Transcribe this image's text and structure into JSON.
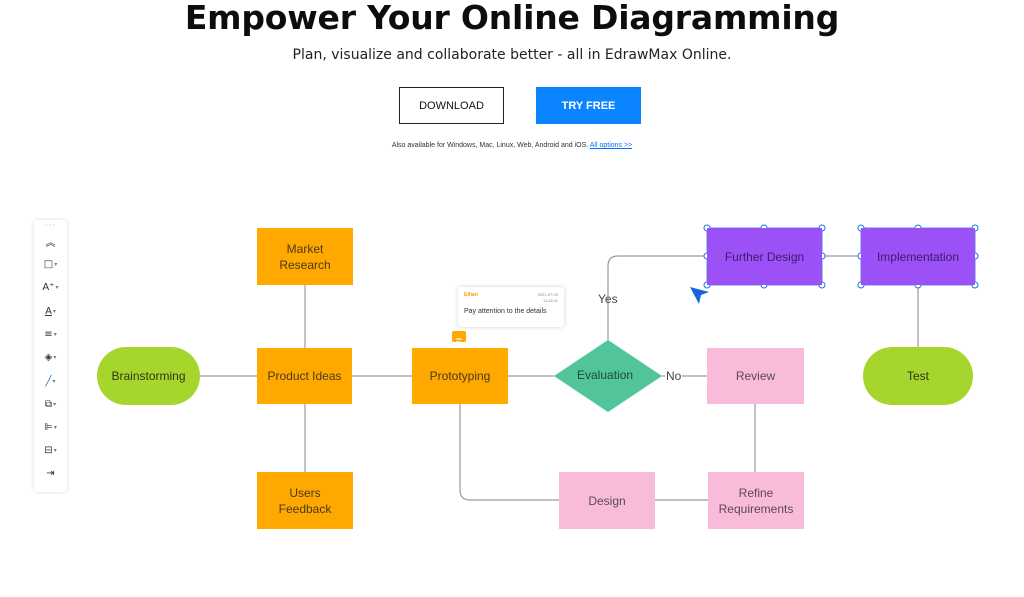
{
  "hero": {
    "title": "Empower Your Online Diagramming",
    "subtitle": "Plan, visualize and collaborate better - all in EdrawMax Online."
  },
  "buttons": {
    "download": "DOWNLOAD",
    "try_free": "TRY FREE"
  },
  "availability": {
    "text": "Also available for Windows, Mac, Linux, Web, Android and iOS.",
    "link": "All options >>"
  },
  "toolbar": {
    "items": [
      {
        "icon": "double-chevron-up-icon",
        "glyph": "︽"
      },
      {
        "icon": "rectangle-shape-icon",
        "glyph": "□"
      },
      {
        "icon": "text-style-icon",
        "glyph": "A⁺"
      },
      {
        "icon": "font-color-icon",
        "glyph": "A"
      },
      {
        "icon": "align-text-icon",
        "glyph": "≡"
      },
      {
        "icon": "fill-bucket-icon",
        "glyph": "◈"
      },
      {
        "icon": "line-color-icon",
        "glyph": "╱"
      },
      {
        "icon": "arrange-icon",
        "glyph": "⧉"
      },
      {
        "icon": "align-left-icon",
        "glyph": "⊫"
      },
      {
        "icon": "distribute-icon",
        "glyph": "⊟"
      },
      {
        "icon": "exit-icon",
        "glyph": "⇥"
      }
    ]
  },
  "diagram": {
    "nodes": {
      "brainstorming": "Brainstorming",
      "market_research": "Market Research",
      "product_ideas": "Product Ideas",
      "users_feedback": "Users Feedback",
      "prototyping": "Prototyping",
      "evaluation": "Evaluation",
      "review": "Review",
      "design": "Design",
      "refine_requirements": "Refine Requirements",
      "further_design": "Further Design",
      "implementation": "Implementation",
      "test": "Test"
    },
    "edge_labels": {
      "yes": "Yes",
      "no": "No"
    },
    "comment": {
      "author": "Ethan",
      "date": "2021-07-09",
      "time": "11:26:11",
      "text": "Pay attention to the details"
    },
    "colors": {
      "orange": "#ffa800",
      "pink": "#f8bbd9",
      "purple": "#9b51f5",
      "green": "#a6d52e",
      "teal": "#52c49a",
      "selection": "#1a73e8",
      "cursor": "#1565e0"
    }
  }
}
